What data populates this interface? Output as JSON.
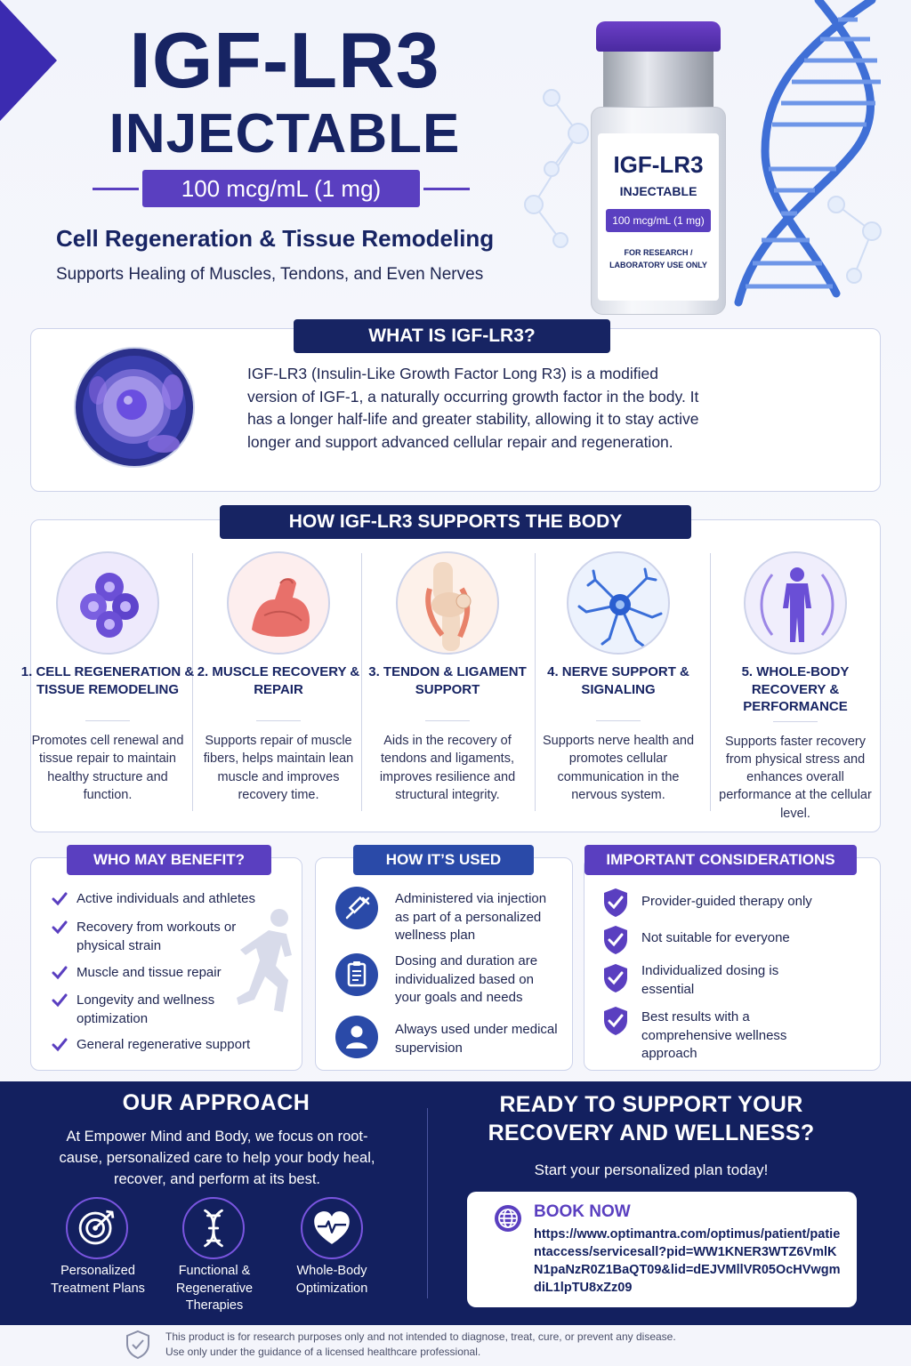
{
  "hero": {
    "title": "IGF-LR3",
    "subtitle": "INJECTABLE",
    "dose": "100 mcg/mL (1 mg)",
    "heading": "Cell Regeneration & Tissue Remodeling",
    "tagline": "Supports Healing of Muscles, Tendons, and Even Nerves"
  },
  "vial": {
    "title": "IGF-LR3",
    "subtitle": "INJECTABLE",
    "dose": "100 mcg/mL (1 mg)",
    "note_line1": "FOR RESEARCH /",
    "note_line2": "LABORATORY USE ONLY"
  },
  "what_is": {
    "title": "WHAT IS IGF-LR3?",
    "body": "IGF-LR3 (Insulin-Like Growth Factor Long R3) is a modified version of IGF-1, a naturally occurring growth factor in the body. It has a longer half-life and greater stability, allowing it to stay active longer and support advanced cellular repair and regeneration."
  },
  "supports": {
    "title": "HOW IGF-LR3 SUPPORTS THE BODY",
    "items": [
      {
        "icon": "cells-icon",
        "title": "1. CELL REGENERATION & TISSUE REMODELING",
        "text": "Promotes cell renewal and tissue repair to maintain healthy structure and function."
      },
      {
        "icon": "muscle-arm-icon",
        "title": "2. MUSCLE RECOVERY & REPAIR",
        "text": "Supports repair of muscle fibers, helps maintain lean muscle and improves recovery time."
      },
      {
        "icon": "knee-joint-icon",
        "title": "3. TENDON & LIGAMENT SUPPORT",
        "text": "Aids in the recovery of tendons and ligaments, improves resilience and structural integrity."
      },
      {
        "icon": "neuron-icon",
        "title": "4. NERVE SUPPORT & SIGNALING",
        "text": "Supports nerve health and promotes cellular communication in the nervous system."
      },
      {
        "icon": "human-body-icon",
        "title": "5. WHOLE-BODY RECOVERY & PERFORMANCE",
        "text": "Supports faster recovery from physical stress and enhances overall performance at the cellular level."
      }
    ]
  },
  "benefit": {
    "title": "WHO MAY BENEFIT?",
    "items": [
      "Active individuals and athletes",
      "Recovery from workouts or physical strain",
      "Muscle and tissue repair",
      "Longevity and wellness optimization",
      "General regenerative support"
    ]
  },
  "usage": {
    "title": "HOW IT’S USED",
    "items": [
      {
        "icon": "syringe-icon",
        "text": "Administered via injection as part of a personalized wellness plan"
      },
      {
        "icon": "clipboard-icon",
        "text": "Dosing and duration are individualized based on your goals and needs"
      },
      {
        "icon": "doctor-icon",
        "text": "Always used under medical supervision"
      }
    ]
  },
  "considerations": {
    "title": "IMPORTANT CONSIDERATIONS",
    "items": [
      "Provider-guided therapy only",
      "Not suitable for everyone",
      "Individualized dosing is essential",
      "Best results with a comprehensive wellness approach"
    ]
  },
  "approach": {
    "title": "OUR APPROACH",
    "text": "At Empower Mind and Body, we focus on root-cause, personalized care to help your body heal, recover, and perform at its best.",
    "features": [
      {
        "icon": "target-icon",
        "label": "Personalized Treatment Plans"
      },
      {
        "icon": "dna-icon",
        "label": "Functional & Regenerative Therapies"
      },
      {
        "icon": "heart-pulse-icon",
        "label": "Whole-Body Optimization"
      }
    ]
  },
  "cta": {
    "title": "READY TO SUPPORT YOUR RECOVERY AND WELLNESS?",
    "subtitle": "Start your personalized plan today!",
    "book_label": "BOOK NOW",
    "url": "https://www.optimantra.com/optimus/patient/patientaccess/servicesall?pid=WW1KNER3WTZ6VmlKN1paNzR0Z1BaQT09&lid=dEJVMllVR05OcHVwgmdiL1lpTU8xZz09"
  },
  "disclaimer": {
    "line1": "This product is for research purposes only and not intended to diagnose, treat, cure, or prevent any disease.",
    "line2": "Use only under the guidance of a licensed healthcare professional."
  },
  "colors": {
    "navy": "#172463",
    "purple": "#5a3fc0",
    "footer": "#13205f",
    "blue_tab": "#2a4aa8"
  }
}
